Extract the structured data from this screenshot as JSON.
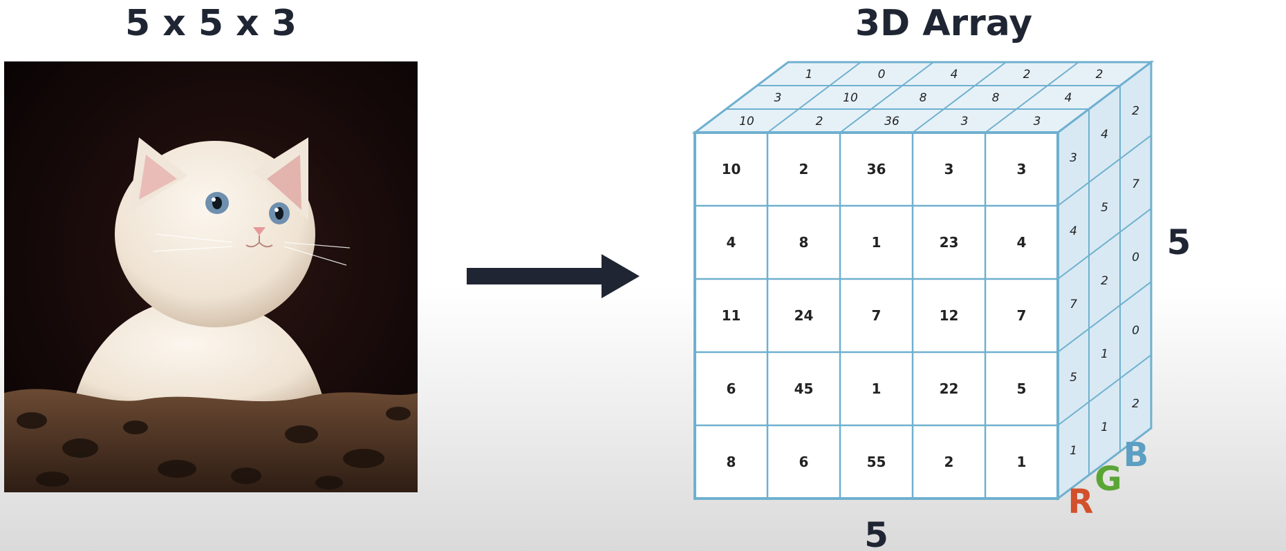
{
  "titles": {
    "left": "5 x 5 x 3",
    "right": "3D Array"
  },
  "dimension_labels": {
    "width": "5",
    "height": "5"
  },
  "channels": [
    {
      "label": "R",
      "color": "#d2502c"
    },
    {
      "label": "G",
      "color": "#5aa536"
    },
    {
      "label": "B",
      "color": "#5c9fc2"
    }
  ],
  "front_face": [
    [
      "10",
      "2",
      "36",
      "3",
      "3"
    ],
    [
      "4",
      "8",
      "1",
      "23",
      "4"
    ],
    [
      "11",
      "24",
      "7",
      "12",
      "7"
    ],
    [
      "6",
      "45",
      "1",
      "22",
      "5"
    ],
    [
      "8",
      "6",
      "55",
      "2",
      "1"
    ]
  ],
  "top_face": [
    [
      "1",
      "0",
      "4",
      "2",
      "2"
    ],
    [
      "3",
      "10",
      "8",
      "8",
      "4"
    ],
    [
      "10",
      "2",
      "36",
      "3",
      "3"
    ]
  ],
  "side_face": [
    [
      "3",
      "4",
      "2"
    ],
    [
      "4",
      "5",
      "7"
    ],
    [
      "7",
      "2",
      "0"
    ],
    [
      "5",
      "1",
      "0"
    ],
    [
      "1",
      "1",
      "2"
    ]
  ],
  "colors": {
    "cube_line": "#6fb0cf",
    "cube_fill": "#e6f1f7",
    "arrow": "#1f2533"
  }
}
